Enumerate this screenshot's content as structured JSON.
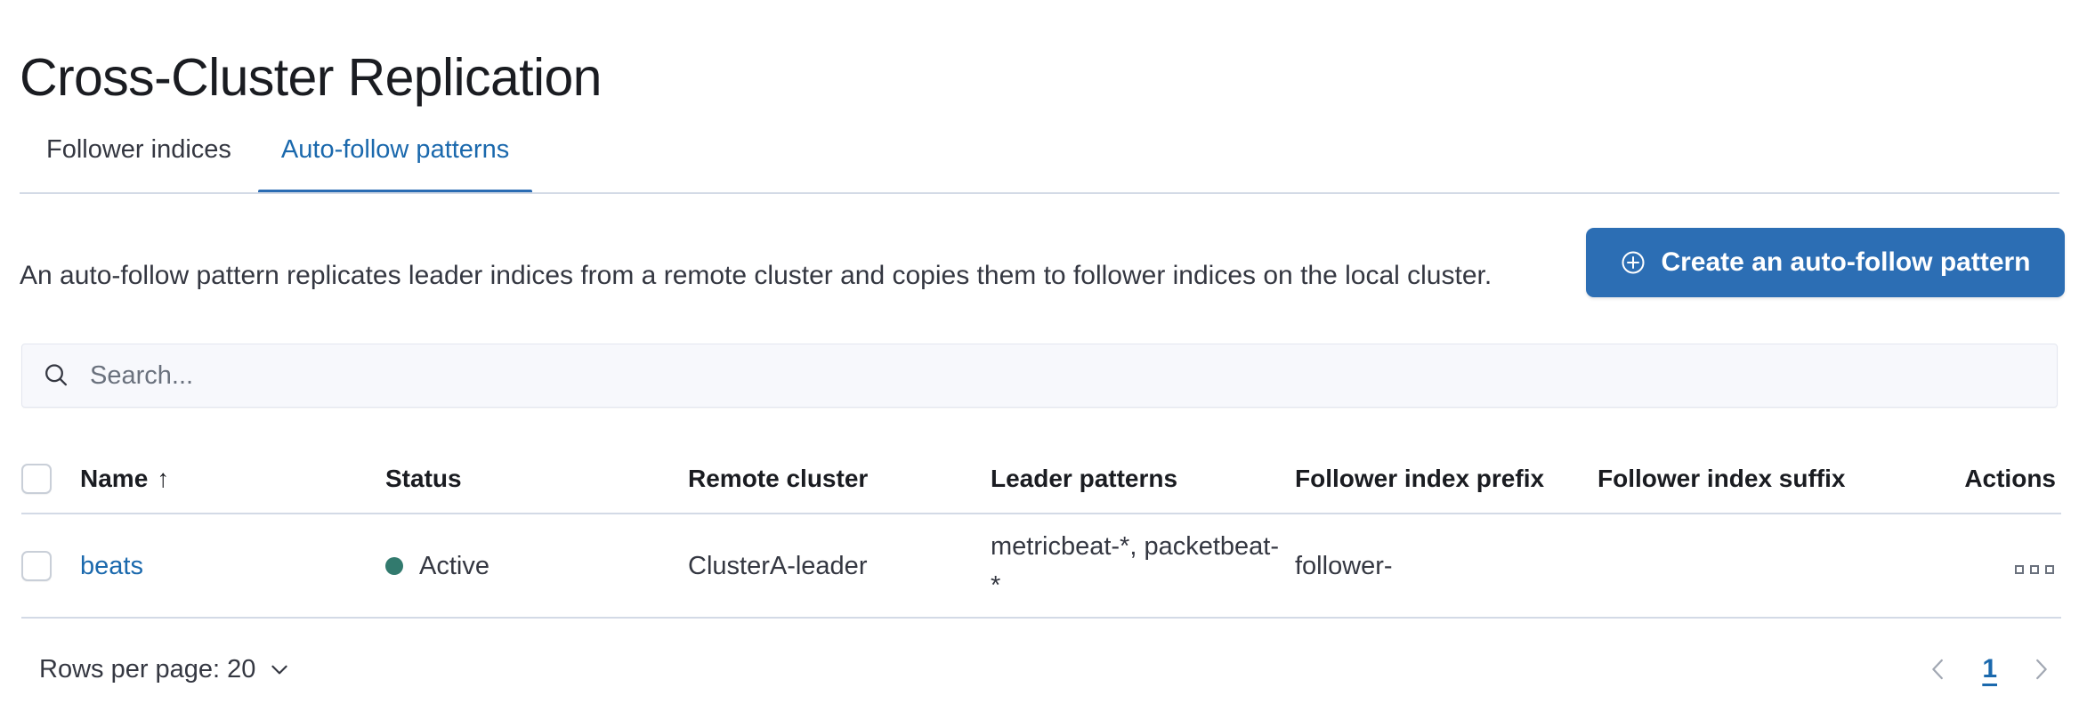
{
  "header": {
    "title": "Cross-Cluster Replication"
  },
  "tabs": [
    {
      "label": "Follower indices",
      "active": false,
      "name": "tab-follower-indices"
    },
    {
      "label": "Auto-follow patterns",
      "active": true,
      "name": "tab-auto-follow-patterns"
    }
  ],
  "intro": {
    "description": "An auto-follow pattern replicates leader indices from a remote cluster and copies them to follower indices on the local cluster.",
    "cta_label": "Create an auto-follow pattern",
    "cta_icon": "plus-in-circle-icon",
    "cta_color": "#2c6eb4"
  },
  "search": {
    "value": "",
    "placeholder": "Search...",
    "icon": "search-icon"
  },
  "table": {
    "columns": [
      "Name",
      "Status",
      "Remote cluster",
      "Leader patterns",
      "Follower index prefix",
      "Follower index suffix",
      "Actions"
    ],
    "sort": {
      "column": "Name",
      "direction": "asc",
      "glyph": "↑"
    },
    "rows": [
      {
        "selected": false,
        "name": "beats",
        "status": "Active",
        "status_color": "#327a6e",
        "remote_cluster": "ClusterA-leader",
        "leader_patterns": "metricbeat-*, packetbeat-*",
        "follower_index_prefix": "follower-",
        "follower_index_suffix": "",
        "actions_icon": "context-menu-icon"
      }
    ]
  },
  "footer": {
    "rows_per_page_label": "Rows per page: 20",
    "rows_per_page_value": "20",
    "pagination": {
      "prev_icon": "chevron-left-icon",
      "next_icon": "chevron-right-icon",
      "current_page": "1"
    }
  }
}
